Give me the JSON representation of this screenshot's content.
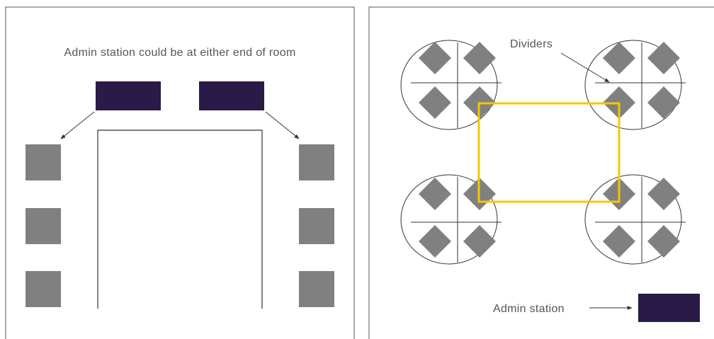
{
  "left_panel": {
    "caption": "Admin station could be at either end of room"
  },
  "right_panel": {
    "dividers_label": "Dividers",
    "admin_label": "Admin station"
  },
  "colors": {
    "admin_station": "#2a1a47",
    "desk": "#808080",
    "highlight": "#f5c800",
    "line": "#333333"
  },
  "icons": {
    "pointer": "arrow"
  }
}
